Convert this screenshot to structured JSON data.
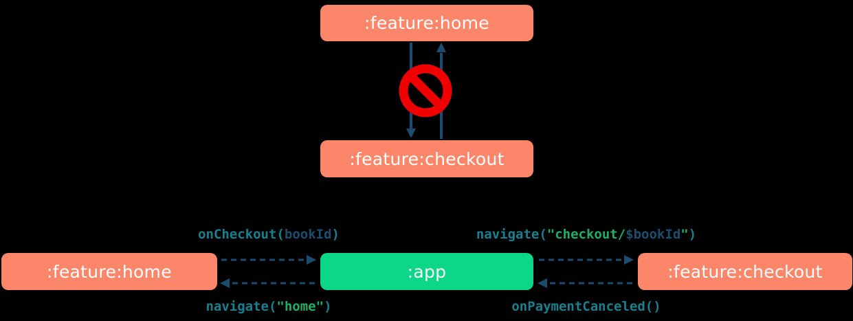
{
  "colors": {
    "bg": "#000000",
    "salmon": "#fb8669",
    "green": "#0cd687",
    "navy": "#1d4d6e",
    "red": "#f10000",
    "box-text": "#ffffff",
    "code-teal": "#1a7f8e",
    "code-navy": "#1d4d6e",
    "code-green": "#1fae66"
  },
  "top_diagram": {
    "home": ":feature:home",
    "checkout": ":feature:checkout"
  },
  "bottom_diagram": {
    "home": ":feature:home",
    "app": ":app",
    "checkout": ":feature:checkout",
    "labels": {
      "onCheckout": [
        {
          "t": "onCheckout("
        },
        {
          "t": "bookId"
        },
        {
          "t": ")"
        }
      ],
      "navigateHome": [
        {
          "t": "navigate("
        },
        {
          "t": "\"home\""
        },
        {
          "t": ")"
        }
      ],
      "navigateCheckout": [
        {
          "t": "navigate("
        },
        {
          "t": "\"checkout/"
        },
        {
          "t": "$bookId"
        },
        {
          "t": "\""
        },
        {
          "t": ")"
        }
      ],
      "onPaymentCanceled": [
        {
          "t": "onPaymentCanceled()"
        }
      ]
    }
  }
}
